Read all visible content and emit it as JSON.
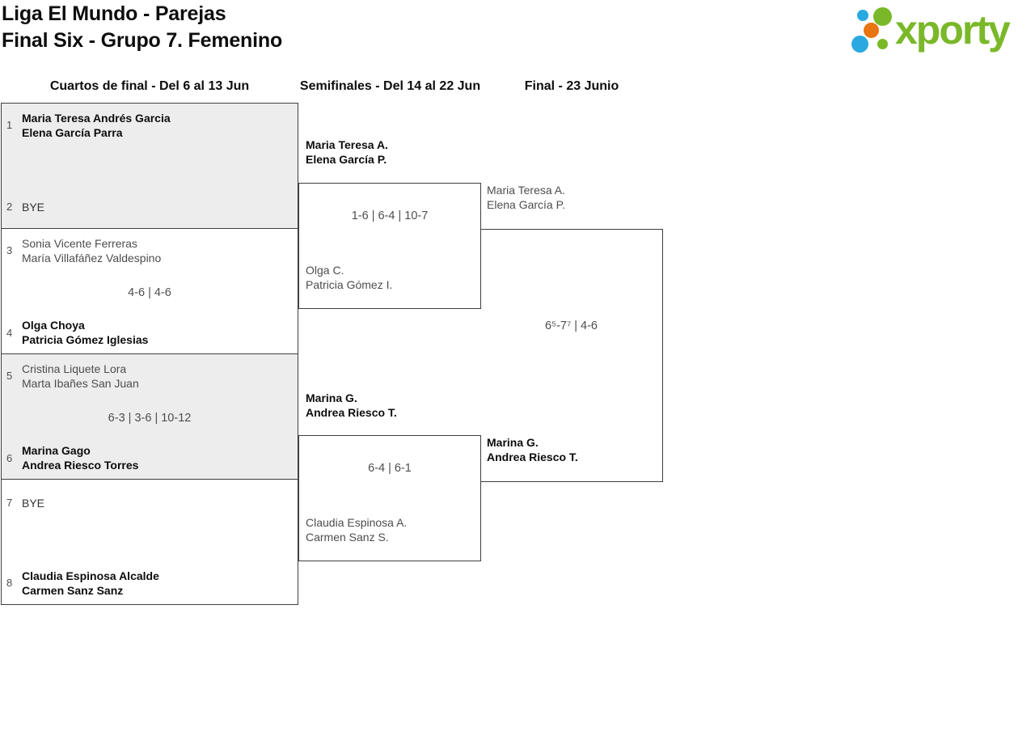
{
  "page": {
    "title_line1": "Liga El Mundo - Parejas",
    "title_line2": "Final Six - Grupo 7. Femenino"
  },
  "logo": {
    "text": "xporty",
    "green": "#7ab829",
    "blue": "#29a9e0",
    "orange": "#e87511"
  },
  "rounds": {
    "qf": {
      "header": "Cuartos de final - Del 6 al 13 Jun"
    },
    "sf": {
      "header": "Semifinales - Del 14 al 22 Jun"
    },
    "final": {
      "header": "Final - 23 Junio"
    }
  },
  "colors": {
    "box_border": "#3f3f3f",
    "box_fill_alt": "#ededed",
    "winner_text": "#0d0d0d",
    "loser_text": "#4d4d4d"
  },
  "matches": {
    "qf": [
      {
        "seed_top": "1",
        "top_players": [
          "Maria Teresa Andrés Garcia",
          "Elena García Parra"
        ],
        "seed_bottom": "2",
        "bottom_players": [
          "BYE"
        ],
        "score": ""
      },
      {
        "seed_top": "3",
        "top_players": [
          "Sonia Vicente Ferreras",
          "María Villafáñez Valdespino"
        ],
        "seed_bottom": "4",
        "bottom_players": [
          "Olga Choya",
          "Patricia Gómez Iglesias"
        ],
        "score": "4-6 | 4-6"
      },
      {
        "seed_top": "5",
        "top_players": [
          "Cristina Liquete Lora",
          "Marta Ibañes San Juan"
        ],
        "seed_bottom": "6",
        "bottom_players": [
          "Marina Gago",
          "Andrea Riesco Torres"
        ],
        "score": "6-3 | 3-6 | 10-12"
      },
      {
        "seed_top": "7",
        "top_players": [
          "BYE"
        ],
        "seed_bottom": "8",
        "bottom_players": [
          "Claudia Espinosa Alcalde",
          "Carmen Sanz Sanz"
        ],
        "score": ""
      }
    ],
    "sf": [
      {
        "top_players": [
          "Maria Teresa A.",
          "Elena García P."
        ],
        "bottom_players": [
          "Olga C.",
          "Patricia Gómez I."
        ],
        "score": "1-6 | 6-4 | 10-7"
      },
      {
        "top_players": [
          "Marina G.",
          "Andrea Riesco T."
        ],
        "bottom_players": [
          "Claudia Espinosa A.",
          "Carmen Sanz S."
        ],
        "score": "6-4 | 6-1"
      }
    ],
    "final": {
      "top_players": [
        "Maria Teresa A.",
        "Elena García P."
      ],
      "bottom_players": [
        "Marina G.",
        "Andrea Riesco T."
      ],
      "score": "6⁵-7⁷ | 4-6"
    }
  }
}
